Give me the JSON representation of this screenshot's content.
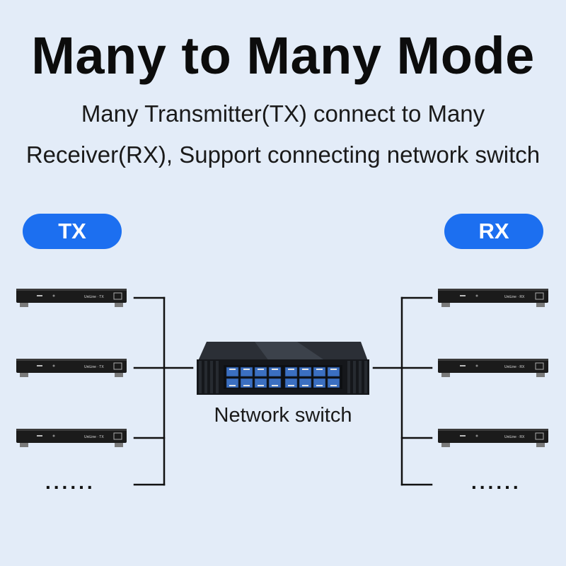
{
  "title": "Many to Many Mode",
  "subtitle_line1": "Many Transmitter(TX) connect to Many",
  "subtitle_line2": "Receiver(RX), Support connecting network switch",
  "tx_label": "TX",
  "rx_label": "RX",
  "switch_label": "Network switch",
  "more_indicator": "......",
  "colors": {
    "background": "#e3ecf8",
    "pill": "#1c6ff0",
    "line": "#111111",
    "device_body": "#1b1b1b",
    "switch_ports": "#3b6fc1"
  },
  "tx_devices": [
    {
      "icon": "tx-extender-device",
      "text": "UniLine · TX"
    },
    {
      "icon": "tx-extender-device",
      "text": "UniLine · TX"
    },
    {
      "icon": "tx-extender-device",
      "text": "UniLine · TX"
    }
  ],
  "rx_devices": [
    {
      "icon": "rx-extender-device",
      "text": "UniLine · RX"
    },
    {
      "icon": "rx-extender-device",
      "text": "UniLine · RX"
    },
    {
      "icon": "rx-extender-device",
      "text": "UniLine · RX"
    }
  ]
}
